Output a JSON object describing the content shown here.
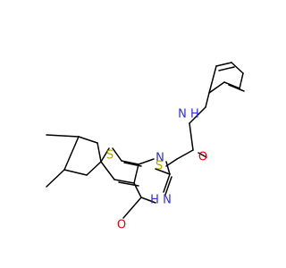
{
  "molecule": {
    "colors": {
      "bond": "#000000",
      "sulfur": "#b3a400",
      "nitrogen": "#2d2de6",
      "oxygen": "#e60000"
    },
    "atoms": {
      "S_thiophene": "S",
      "N_ring_upper": "N",
      "NH_ring": "H N",
      "O_carbonyl_ring": "O",
      "S_thioether": "S",
      "O_amide": "O",
      "NH_amide": "N H"
    }
  }
}
